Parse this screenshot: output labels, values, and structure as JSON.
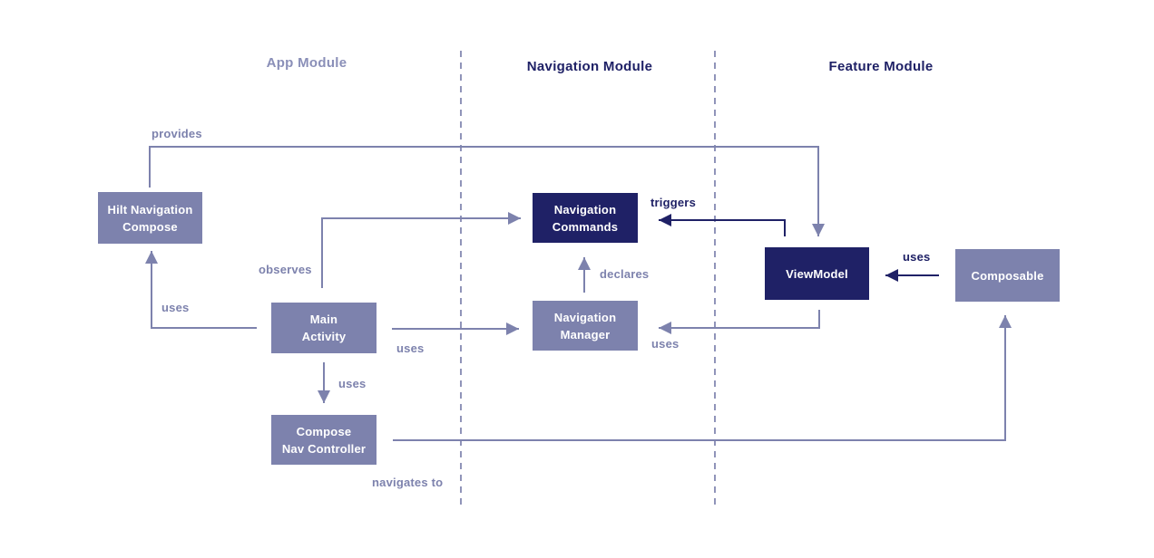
{
  "colors": {
    "navy": "#1f2166",
    "slate": "#7d82ad",
    "slate-muted": "#8a8fb8",
    "background": "#ffffff"
  },
  "modules": {
    "app": "App Module",
    "navigation": "Navigation Module",
    "feature": "Feature Module"
  },
  "nodes": {
    "hilt_navigation_compose": {
      "line1": "Hilt Navigation",
      "line2": "Compose"
    },
    "main_activity": {
      "line1": "Main",
      "line2": "Activity"
    },
    "compose_nav_controller": {
      "line1": "Compose",
      "line2": "Nav Controller"
    },
    "navigation_commands": {
      "line1": "Navigation",
      "line2": "Commands"
    },
    "navigation_manager": {
      "line1": "Navigation",
      "line2": "Manager"
    },
    "viewmodel": {
      "label": "ViewModel"
    },
    "composable": {
      "label": "Composable"
    }
  },
  "edges": {
    "provides": "provides",
    "observes": "observes",
    "uses_main_to_hilt": "uses",
    "uses_main_to_manager": "uses",
    "uses_main_to_controller": "uses",
    "declares": "declares",
    "triggers": "triggers",
    "uses_viewmodel_to_manager": "uses",
    "uses_composable_to_viewmodel": "uses",
    "navigates_to": "navigates to"
  }
}
